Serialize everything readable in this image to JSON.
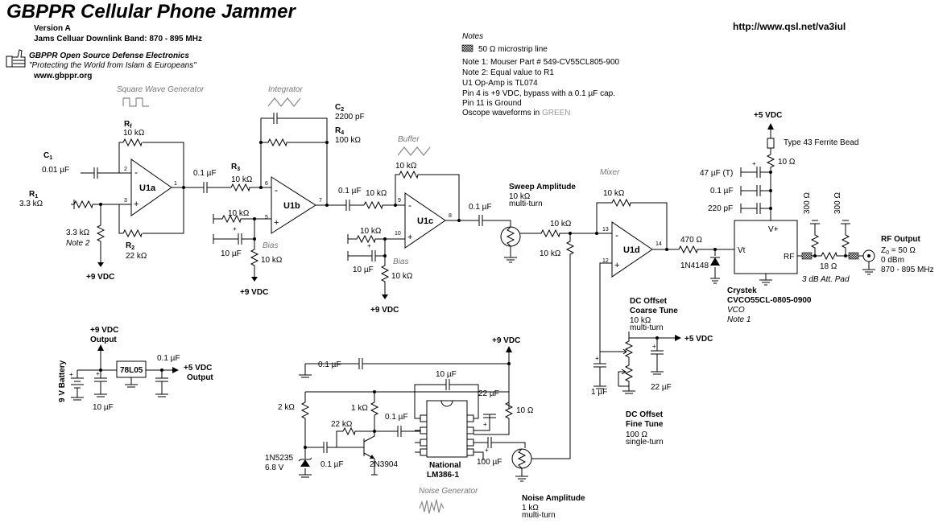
{
  "header": {
    "title": "GBPPR Cellular Phone Jammer",
    "version": "Version A",
    "band": "Jams Celluar Downlink Band: 870 - 895 MHz",
    "org": "GBPPR Open Source Defense Electronics",
    "slogan": "\"Protecting the World from Islam & Europeans\"",
    "site": "www.gbppr.org",
    "url": "http://www.qsl.net/va3iul"
  },
  "notes": {
    "heading": "Notes",
    "legend": "50 Ω microstrip line",
    "lines": [
      "Note 1: Mouser Part # 549-CV55CL805-900",
      "Note 2: Equal value to R1",
      "U1 Op-Amp is TL074",
      "Pin 4 is +9 VDC, bypass with a 0.1 µF cap.",
      "Pin 11 is Ground"
    ],
    "scope_prefix": "Oscope waveforms in ",
    "scope_word": "GREEN"
  },
  "sections": {
    "square": "Square Wave Generator",
    "integrator": "Integrator",
    "buffer": "Buffer",
    "mixer": "Mixer",
    "noise": "Noise Generator",
    "bias": "Bias"
  },
  "icons": [
    "thumbs-up-icon",
    "square-wave-icon",
    "triangle-wave-icon",
    "noise-wave-icon"
  ],
  "opamps": {
    "u1a": "U1a",
    "u1b": "U1b",
    "u1c": "U1c",
    "u1d": "U1d"
  },
  "pins": {
    "u1a": [
      "2",
      "3",
      "1"
    ],
    "u1b": [
      "6",
      "5",
      "7"
    ],
    "u1c": [
      "9",
      "10",
      "8"
    ],
    "u1d": [
      "13",
      "12",
      "14"
    ]
  },
  "labels": {
    "c1": "C",
    "c1_sub": "1",
    "c1_val": "0.01 µF",
    "r1": "R",
    "r1_sub": "1",
    "r1_val": "3.3 kΩ",
    "rf": "R",
    "rf_sub": "f",
    "rf_val": "10 kΩ",
    "r2": "R",
    "r2_sub": "2",
    "r2_val": "22 kΩ",
    "note2_r": "3.3 kΩ",
    "note2": "Note 2",
    "c_out1": "0.1 µF",
    "r3": "R",
    "r3_sub": "3",
    "r3_val": "10 kΩ",
    "c2": "C",
    "c2_sub": "2",
    "c2_val": "2200 pF",
    "r4": "R",
    "r4_sub": "4",
    "r4_val": "100 kΩ",
    "bias_b_r1": "10 kΩ",
    "bias_b_c": "10 µF",
    "bias_b_r2": "10 kΩ",
    "vdc_b": "+9 VDC",
    "c_out2": "0.1 µF",
    "r_in_c": "10 kΩ",
    "r_fb_c": "10 kΩ",
    "bias_c_r1": "10 kΩ",
    "bias_c_c": "10 µF",
    "bias_c_r2": "10 kΩ",
    "vdc_c": "+9 VDC",
    "vdc_a": "+9 VDC",
    "c_out3": "0.1 µF",
    "sweep": "Sweep Amplitude",
    "sweep_val": "10 kΩ",
    "sweep_type": "multi-turn",
    "mix_r1": "10 kΩ",
    "mix_r2": "10 kΩ",
    "mix_fb": "10 kΩ",
    "r470": "470 Ω",
    "diode": "1N4148",
    "vdc5_top": "+5 VDC",
    "ferrite": "Type 43 Ferrite Bead",
    "r10": "10 Ω",
    "c47": "47 µF (T)",
    "c01": "0.1 µF",
    "c220": "220 pF",
    "vt": "Vt",
    "vplus": "V+",
    "rf_pin": "RF",
    "vco_mfr": "Crystek",
    "vco_part": "CVCO55CL-0805-0900",
    "vco": "VCO",
    "note1": "Note 1",
    "att_r1": "300 Ω",
    "att_r2": "300 Ω",
    "att_r3": "18 Ω",
    "att_pad": "3 dB Att. Pad",
    "rf_out": "RF Output",
    "z0_main": "Z",
    "z0_sub": "0",
    "z0_val": " = 50 Ω",
    "dbm": "0 dBm",
    "rf_band": "870 - 895 MHz",
    "coarse": "DC Offset",
    "coarse2": "Coarse Tune",
    "coarse_val": "10 kΩ",
    "coarse_type": "multi-turn",
    "vdc5_right": "+5 VDC",
    "c1u": "1 µF",
    "c22u_r": "22 µF",
    "fine": "DC Offset",
    "fine2": "Fine Tune",
    "fine_val": "100 Ω",
    "fine_type": "single-turn",
    "ps_in": "+9 VDC",
    "ps_in2": "Output",
    "reg": "78L05",
    "reg_c": "0.1 µF",
    "ps_out": "+5 VDC",
    "ps_out2": "Output",
    "battery": "9 V Battery",
    "ps_c": "10 µF",
    "n_vdc": "+9 VDC",
    "n_c_top": "0.1 µF",
    "n_r2k": "2 kΩ",
    "n_r1k": "1 kΩ",
    "n_r22k": "22 kΩ",
    "n_c01": "0.1 µF",
    "n_c01b": "0.1 µF",
    "zener": "1N5235",
    "zener_v": "6.8 V",
    "transistor": "2N3904",
    "n_c10": "10 µF",
    "n_c22": "22 µF",
    "n_r10": "10 Ω",
    "n_c100": "100 µF",
    "ic_mfr": "National",
    "ic_part": "LM386-1",
    "noise_amp": "Noise Amplitude",
    "noise_val": "1 kΩ",
    "noise_type": "multi-turn"
  }
}
